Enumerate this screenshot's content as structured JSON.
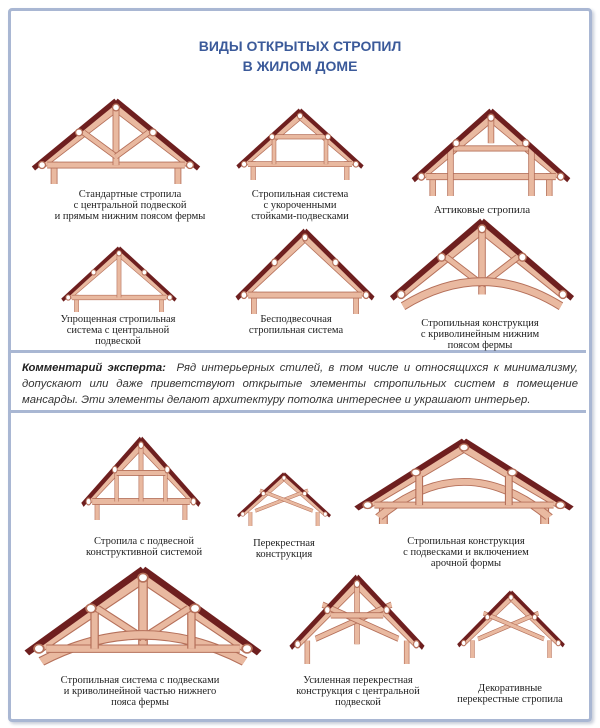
{
  "title": [
    "ВИДЫ ОТКРЫТЫХ СТРОПИЛ",
    "В ЖИЛОМ ДОМЕ"
  ],
  "diagrams": [
    {
      "caption": [
        "Стандартные стропила",
        "с центральной подвеской",
        "и прямым нижним поясом фермы"
      ]
    },
    {
      "caption": [
        "Стропильная система",
        "с укороченными",
        "стойками-подвесками"
      ]
    },
    {
      "caption": [
        "Аттиковые стропила"
      ]
    },
    {
      "caption": [
        "Упрощенная стропильная",
        "система с центральной",
        "подвеской"
      ]
    },
    {
      "caption": [
        "Бесподвесочная",
        "стропильная система"
      ]
    },
    {
      "caption": [
        "Стропильная конструкция",
        "с криволинейным нижним",
        "поясом фермы"
      ]
    },
    {
      "caption": [
        "Стропила с подвесной",
        "конструктивной системой"
      ]
    },
    {
      "caption": [
        "Перекрестная",
        "конструкция"
      ]
    },
    {
      "caption": [
        "Стропильная конструкция",
        "с подвесками и включением",
        "арочной формы"
      ]
    },
    {
      "caption": [
        "Стропильная система с подвесками",
        "и криволинейной частью нижнего",
        "пояса фермы"
      ]
    },
    {
      "caption": [
        "Усиленная перекрестная",
        "конструкция с центральной",
        "подвеской"
      ]
    },
    {
      "caption": [
        "Декоративные",
        "перекрестные стропила"
      ]
    }
  ],
  "comment": {
    "label": "Комментарий эксперта:",
    "text": "Ряд интерьерных стилей, в том числе и относящихся к минимализму, допускают или даже приветствуют открытые элементы стропильных систем в помещение мансарды. Эти элементы делают архитектуру потолка интереснее и украшают интерьер."
  },
  "colors": {
    "rafter": "#6e1f1f",
    "timber": "#e9b9a0",
    "timber_edge": "#b5705a",
    "accent": "#3b5a9a"
  }
}
